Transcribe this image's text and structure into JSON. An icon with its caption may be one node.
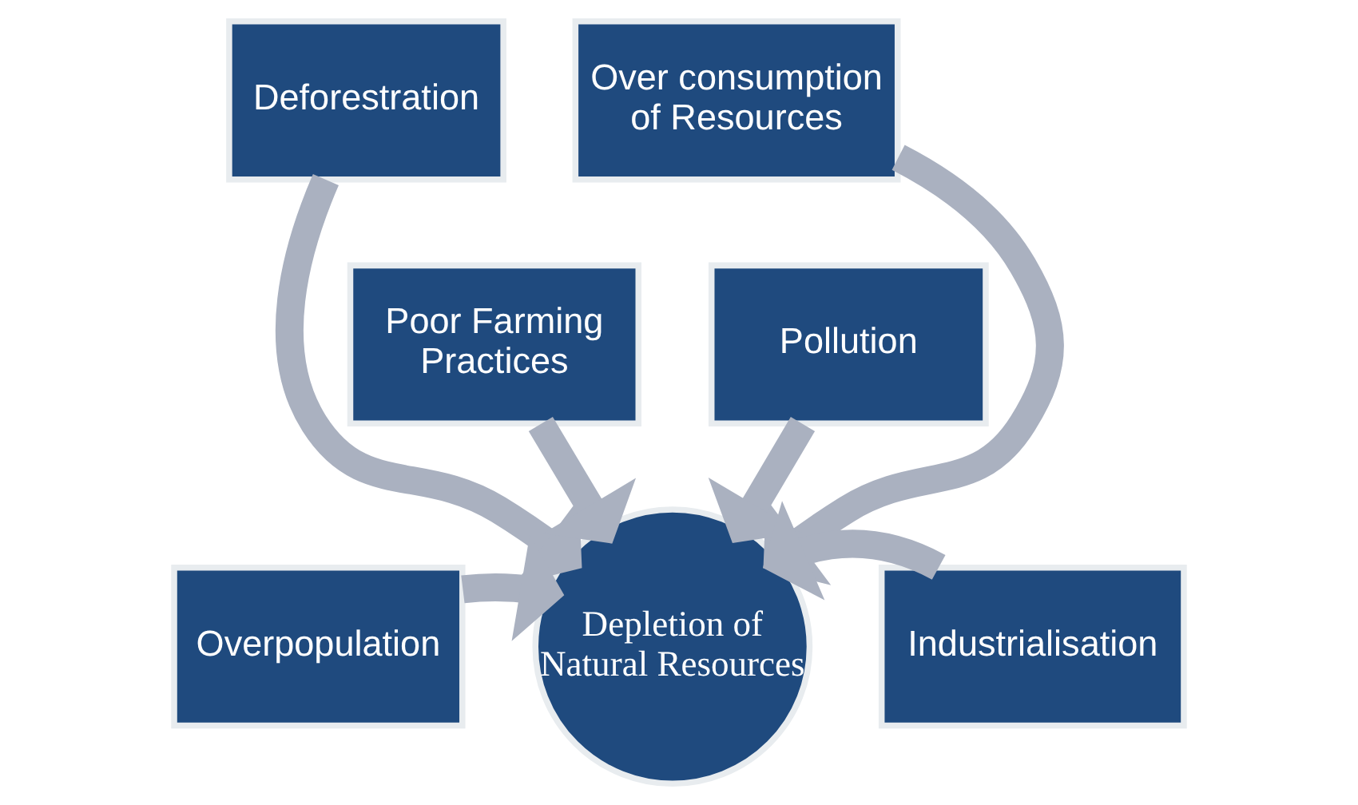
{
  "diagram": {
    "nodes": [
      {
        "text": [
          "Deforestration"
        ]
      },
      {
        "text": [
          "Over consumption of Resources"
        ]
      },
      {
        "text": [
          "Poor Farming Practices"
        ]
      },
      {
        "text": [
          "Pollution"
        ]
      },
      {
        "text": [
          "Overpopulation"
        ]
      },
      {
        "text": [
          "Depletion of Natural Resources"
        ]
      },
      {
        "text": [
          "Industrialisation"
        ]
      }
    ],
    "edges": [
      {
        "from": 0,
        "to": 5,
        "arrow": "to"
      },
      {
        "from": 1,
        "to": 5,
        "arrow": "to"
      },
      {
        "from": 2,
        "to": 5,
        "arrow": "to"
      },
      {
        "from": 3,
        "to": 5,
        "arrow": "to"
      },
      {
        "from": 4,
        "to": 5,
        "arrow": "to"
      },
      {
        "from": 6,
        "to": 5,
        "arrow": "to"
      }
    ]
  }
}
